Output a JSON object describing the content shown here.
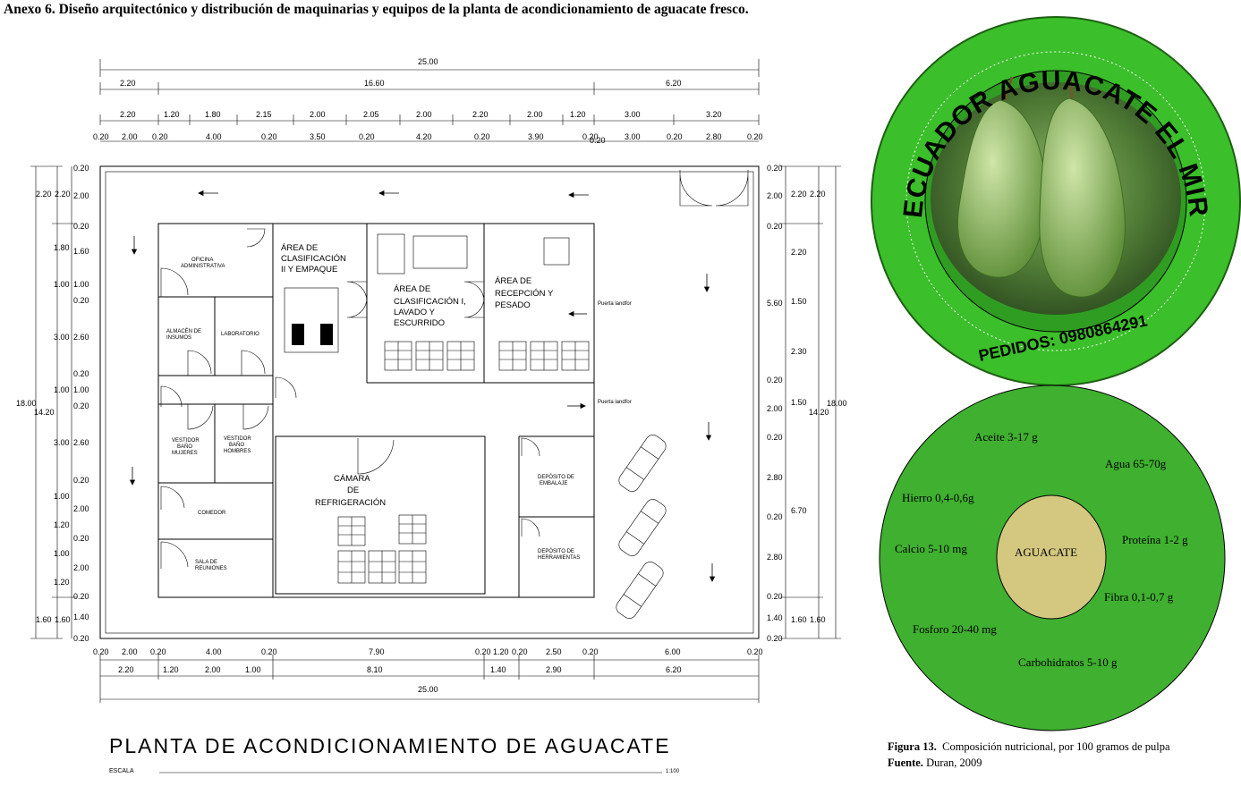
{
  "heading": "Anexo 6. Diseño arquitectónico y distribución de maquinarias y equipos de la planta de acondicionamiento de aguacate fresco.",
  "plan": {
    "title": "PLANTA  DE  ACONDICIONAMIENTO  DE  AGUACATE",
    "scale_label": "ESCALA",
    "scale_value": "1:100",
    "top_total": "25.00",
    "top_row2": [
      "2.20",
      "16.60",
      "6.20"
    ],
    "top_row3": [
      "2.20",
      "1.20",
      "1.80",
      "2.15",
      "2.00",
      "2.05",
      "2.00",
      "2.20",
      "2.00",
      "1.20",
      "3.00",
      "3.20"
    ],
    "top_row4": [
      "0.20",
      "2.00",
      "0.20",
      "4.00",
      "0.20",
      "3.50",
      "0.20",
      "4.20",
      "0.20",
      "3.90",
      "0.20",
      "0.20",
      "3.00",
      "0.20",
      "2.80",
      "0.20"
    ],
    "bottom_row1": [
      "0.20",
      "2.00",
      "0.20",
      "4.00",
      "0.20",
      "7.90",
      "0.20",
      "1.20",
      "0.20",
      "2.50",
      "0.20",
      "6.00",
      "0.20"
    ],
    "bottom_row2": [
      "2.20",
      "1.20",
      "2.00",
      "1.00",
      "8.10",
      "1.40",
      "2.90",
      "6.20"
    ],
    "bottom_total": "25.00",
    "left_total": "18.00",
    "left_sub": "14.20",
    "left_col_a": [
      "2.20",
      "1.80",
      "1.00",
      "3.00",
      "1.00",
      "3.00",
      "1.00",
      "1.20",
      "1.00",
      "1.20",
      "1.60"
    ],
    "left_col_b": [
      "0.20",
      "2.20",
      "2.00",
      "0.20",
      "1.60",
      "1.00",
      "0.20",
      "2.60",
      "0.20",
      "1.00",
      "0.20",
      "2.60",
      "0.20",
      "2.00",
      "0.20",
      "2.00",
      "0.20",
      "1.40",
      "1.60",
      "0.20"
    ],
    "right_col_a": [
      "0.20",
      "2.00",
      "0.20",
      "2.20",
      "1.50",
      "2.30",
      "0.20",
      "1.50",
      "2.00",
      "0.20",
      "2.80",
      "0.20",
      "2.80",
      "0.20",
      "1.40",
      "0.20"
    ],
    "right_col_b": [
      "2.20",
      "5.60",
      "6.70",
      "1.60"
    ],
    "right_col_c": [
      "2.20",
      "14.20",
      "1.60"
    ],
    "right_total": "18.00",
    "rooms": {
      "oficina": "OFICINA ADMINISTRATIVA",
      "almacen": "ALMACÉN DE INSUMOS",
      "laboratorio": "LABORATORIO",
      "vestidor_m": "VESTIDOR BAÑO MUJERES",
      "vestidor_h": "VESTIDOR BAÑO HOMBRES",
      "comedor": "COMEDOR",
      "sala": "SALA DE REUNIONES",
      "clasif2": "ÁREA DE CLASIFICACIÓN II Y EMPAQUE",
      "clasif1": "ÁREA DE CLASIFICACIÓN I, LAVADO Y ESCURRIDO",
      "recepcion": "ÁREA DE RECEPCIÓN Y PESADO",
      "camara": "CÁMARA DE REFRIGERACIÓN",
      "dep_embalaje": "DEPÓSITO DE EMBALAJE",
      "dep_herr": "DEPÓSITO DE HERRAMIENTAS",
      "puerta1": "Puerta landfor",
      "puerta2": "Puerta landfor"
    }
  },
  "logo": {
    "arc_text": "MIRA - ECUADOR    AGUACATE EL MIREÑO",
    "phone": "PEDIDOS: 0980864291",
    "colors": {
      "ring": "#3bbf2a",
      "inner": "#2f9d22",
      "text": "#000000"
    }
  },
  "nutrition": {
    "center": "AGUACATE",
    "items": [
      "Aceite 3-17 g",
      "Agua 65-70g",
      "Hierro 0,4-0,6g",
      "Proteína 1-2 g",
      "Calcio 5-10  mg",
      "Fibra 0,1-0,7 g",
      "Fosforo 20-40 mg",
      "Carbohidratos 5-10 g"
    ],
    "colors": {
      "outer": "#3fb02f",
      "center": "#d4c77f"
    }
  },
  "caption": {
    "figure_label": "Figura 13.",
    "figure_text": "Composición nutricional, por 100 gramos de pulpa",
    "source_label": "Fuente.",
    "source_text": "Duran, 2009"
  }
}
